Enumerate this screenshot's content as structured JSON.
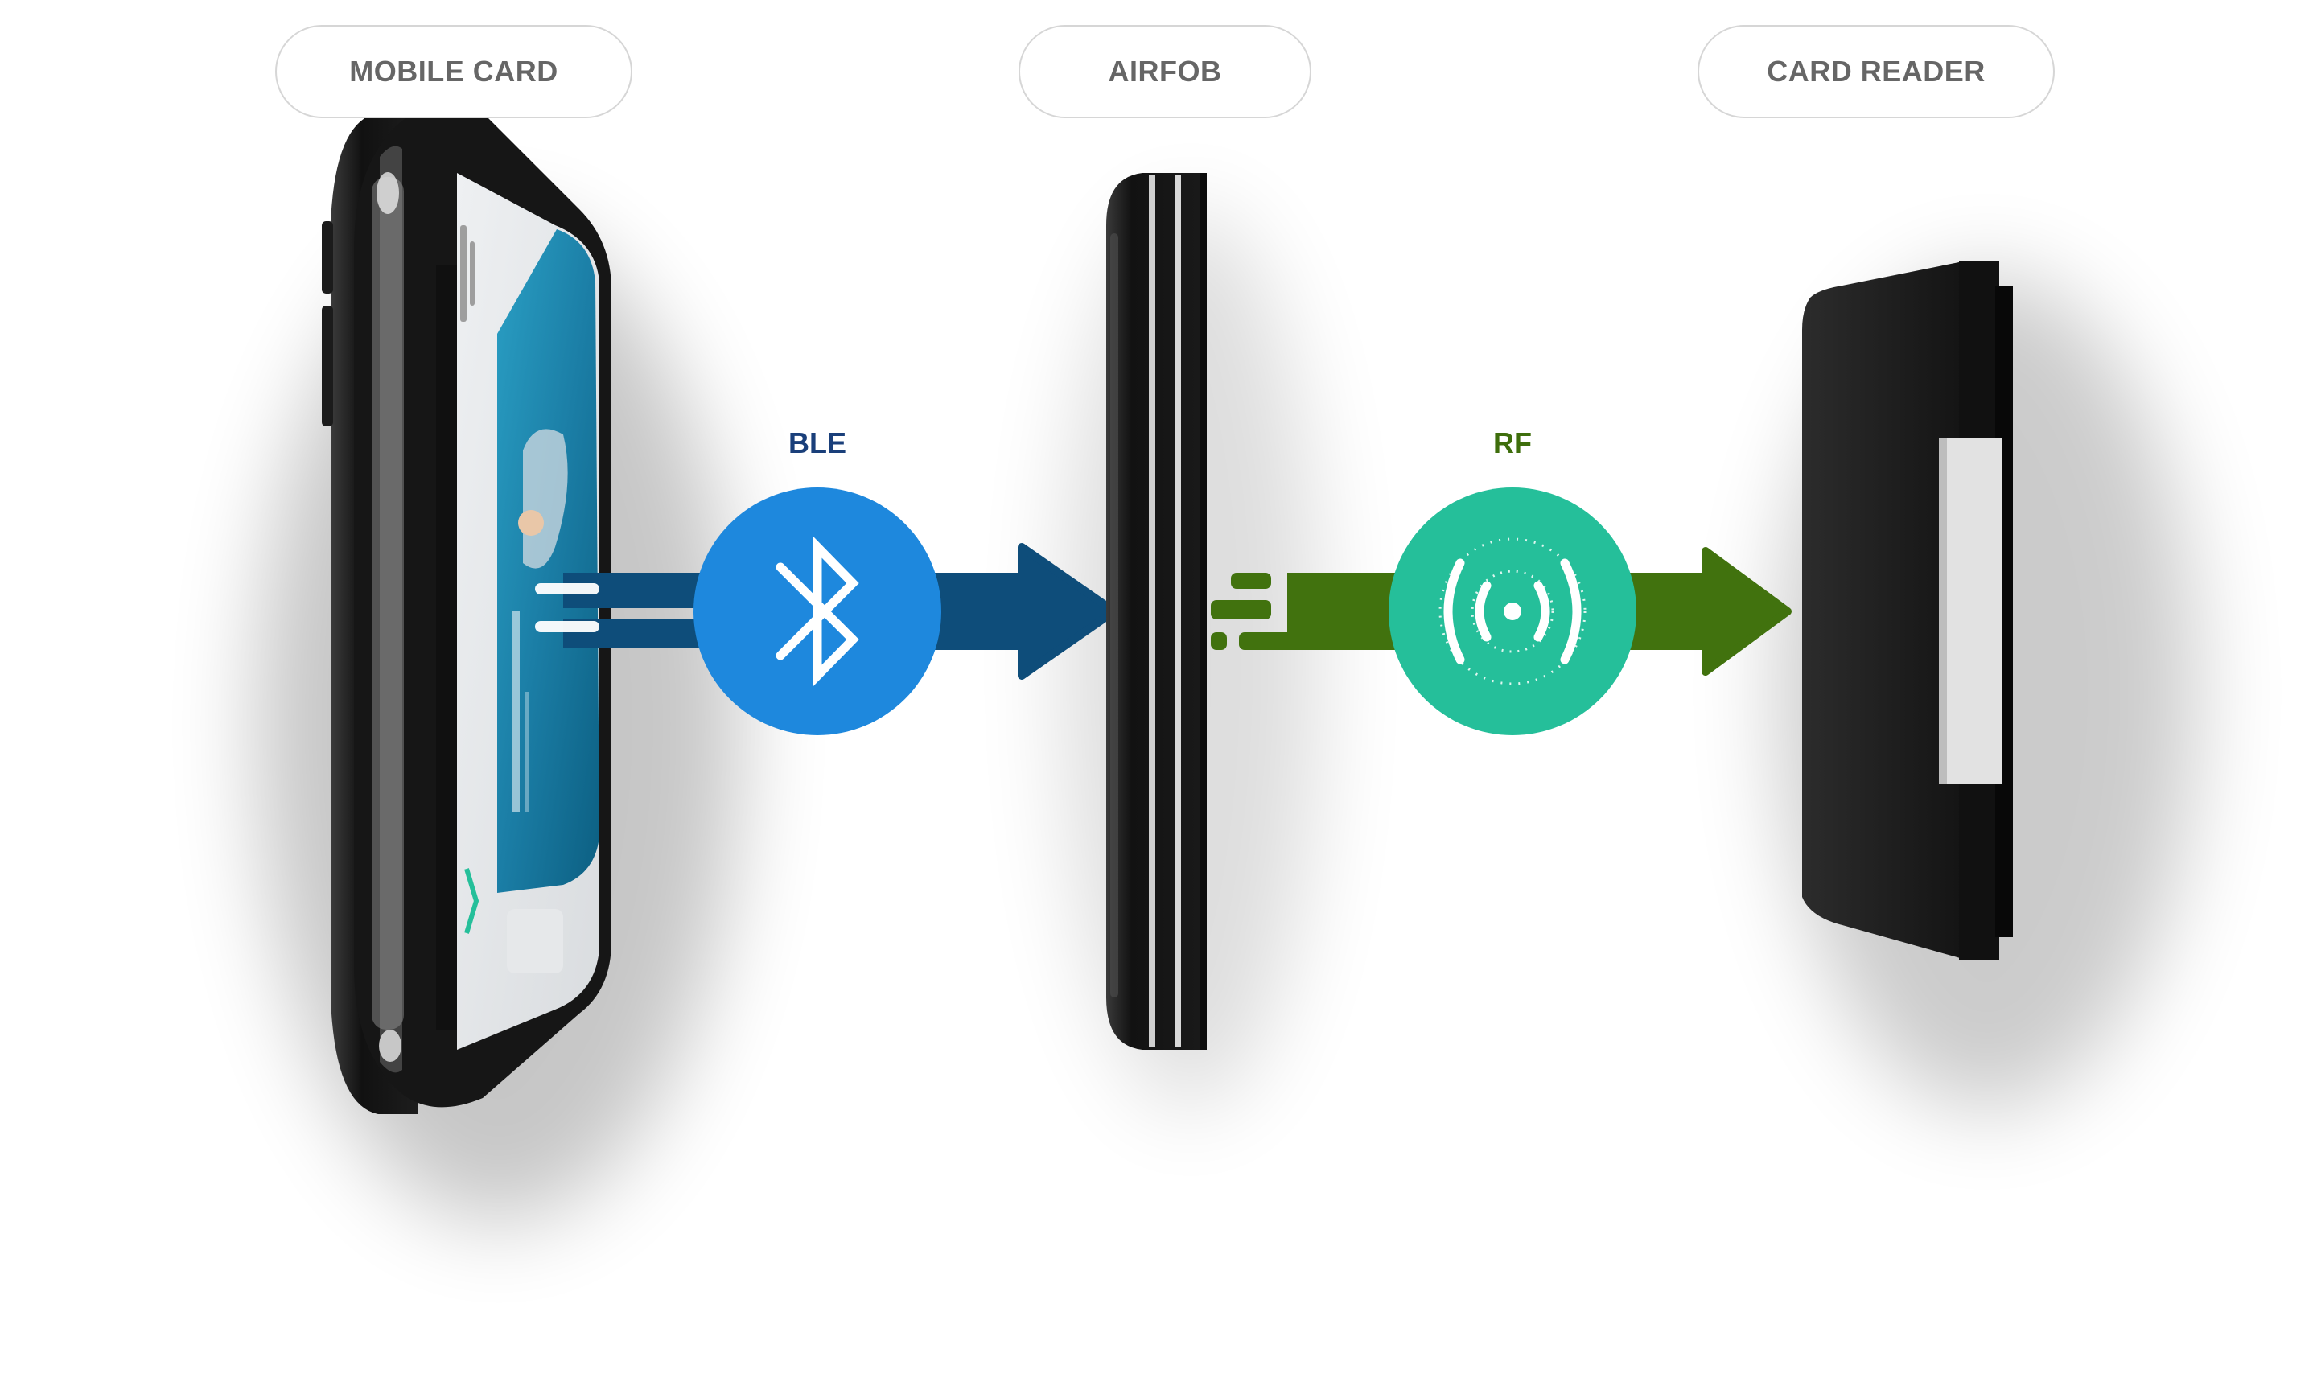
{
  "labels": {
    "mobile_card": "MOBILE CARD",
    "airfob": "AIRFOB",
    "card_reader": "CARD READER"
  },
  "protocols": {
    "ble": "BLE",
    "rf": "RF"
  },
  "colors": {
    "ble_text": "#1a3f7a",
    "ble_arrow": "#0e4d7a",
    "ble_circle": "#1e88dd",
    "rf_text": "#3e6e0c",
    "rf_arrow": "#41720e",
    "rf_circle": "#25bf9a"
  },
  "icons": {
    "ble": "bluetooth-icon",
    "rf": "rfid-signal-icon"
  }
}
